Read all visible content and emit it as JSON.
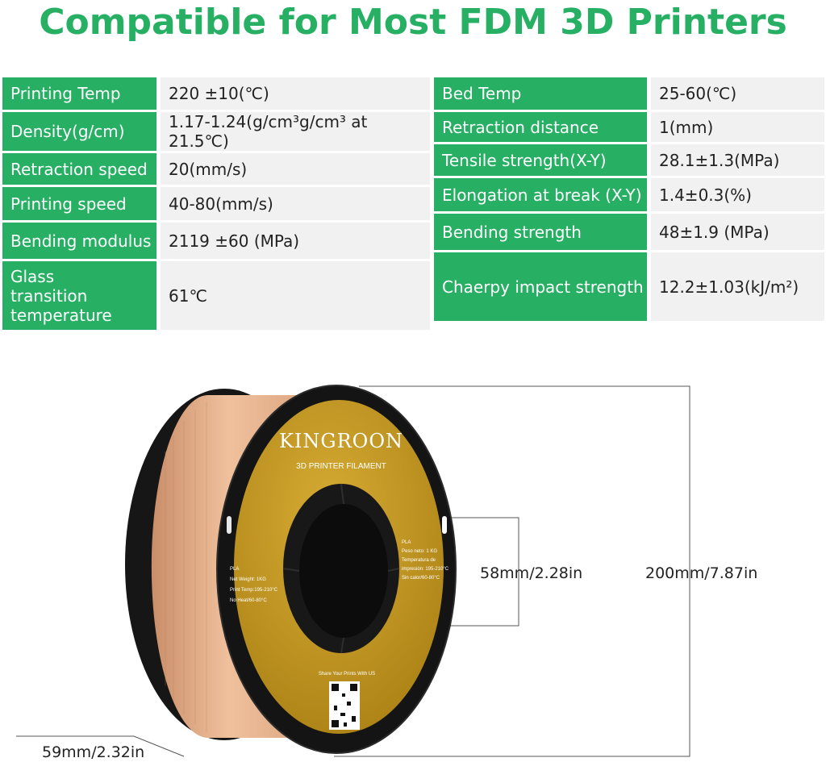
{
  "title": "Compatible for Most FDM 3D Printers",
  "specs_left": [
    {
      "label": "Printing Temp",
      "value": "220 ±10(℃)"
    },
    {
      "label": "Density(g/cm)",
      "value": "1.17-1.24(g/cm³g/cm³ at 21.5℃)"
    },
    {
      "label": "Retraction speed",
      "value": "20(mm/s)"
    },
    {
      "label": "Printing speed",
      "value": "40-80(mm/s)"
    },
    {
      "label": "Bending modulus",
      "value": "2119 ±60 (MPa)"
    },
    {
      "label": "Glass transition temperature",
      "value": "61℃"
    }
  ],
  "specs_right": [
    {
      "label": "Bed Temp",
      "value": "25-60(℃)"
    },
    {
      "label": "Retraction distance",
      "value": "1(mm)"
    },
    {
      "label": "Tensile strength(X-Y)",
      "value": "28.1±1.3(MPa)"
    },
    {
      "label": "Elongation at break (X-Y)",
      "value": "1.4±0.3(%)"
    },
    {
      "label": "Bending strength",
      "value": "48±1.9 (MPa)"
    },
    {
      "label": "Chaerpy impact strength",
      "value": "12.2±1.03(kJ/m²)"
    }
  ],
  "spool_label": {
    "brand": "KINGROON",
    "subtitle": "3D PRINTER FILAMENT",
    "left_lines": [
      "PLA",
      "Net Weight: 1KG",
      "Print Temp:195-210°C",
      "No Heat/60-80°C"
    ],
    "right_lines": [
      "PLA",
      "Peso neto: 1 KG",
      "Temperatura de",
      "impresión: 195-210°C",
      "Sin calor/60-80°C"
    ],
    "bottom_text": "Share Your Prints With US"
  },
  "dimensions": {
    "inner_diameter": "58mm/2.28in",
    "outer_diameter": "200mm/7.87in",
    "width": "59mm/2.32in"
  },
  "colors": {
    "accent": "#27b064",
    "cell_bg": "#f1f1f1",
    "filament": "#e8b48e",
    "label": "#c69a22",
    "flange": "#151515"
  }
}
